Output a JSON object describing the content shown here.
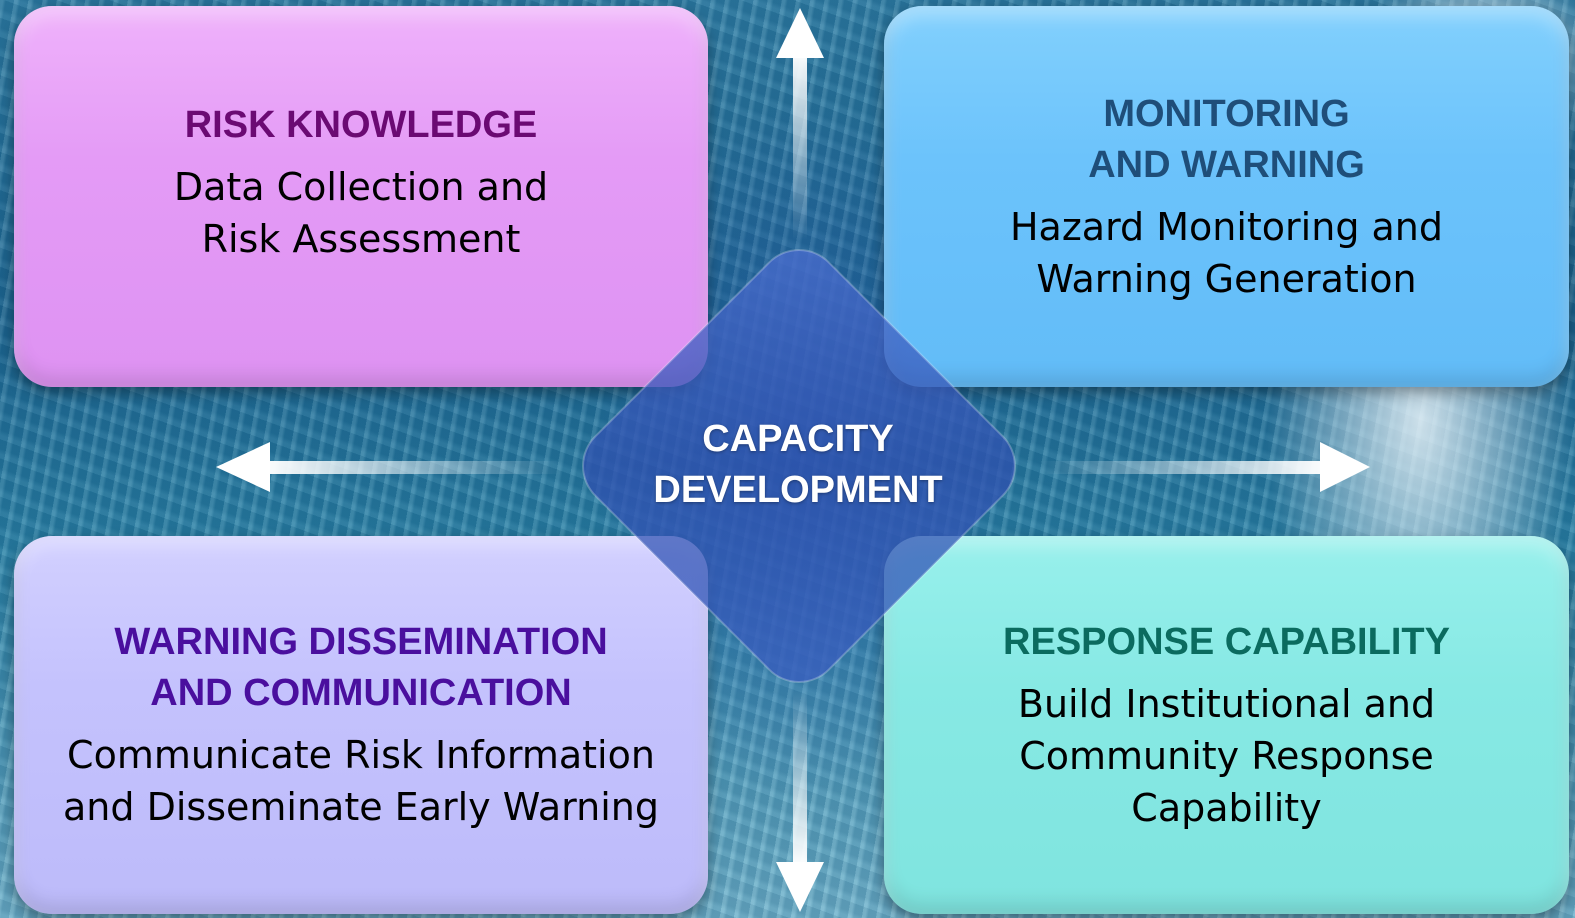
{
  "colors": {
    "risk_box": "#e49bf6",
    "risk_title": "#6b0a73",
    "monitor_box": "#6cc3fb",
    "monitor_title": "#1f4e79",
    "warning_box": "#c4c2fd",
    "warning_title": "#4a0f9e",
    "response_box": "#87e9e4",
    "response_title": "#0b6b5f",
    "center_diamond": "#3a58b8",
    "arrow": "#ffffff"
  },
  "center": {
    "title_lines": [
      "CAPACITY",
      "DEVELOPMENT"
    ]
  },
  "boxes": {
    "risk_knowledge": {
      "title_lines": [
        "RISK KNOWLEDGE"
      ],
      "body_lines": [
        "Data Collection and",
        "Risk Assessment"
      ]
    },
    "monitoring_warning": {
      "title_lines": [
        "MONITORING",
        "AND WARNING"
      ],
      "body_lines": [
        "Hazard Monitoring and",
        "Warning Generation"
      ]
    },
    "warning_dissemination": {
      "title_lines": [
        "WARNING DISSEMINATION",
        "AND COMMUNICATION"
      ],
      "body_lines": [
        "Communicate Risk Information",
        "and Disseminate Early Warning"
      ]
    },
    "response_capability": {
      "title_lines": [
        "RESPONSE CAPABILITY"
      ],
      "body_lines": [
        "Build Institutional and",
        "Community Response",
        "Capability"
      ]
    }
  },
  "icons": {
    "arrows": [
      "arrow-up-icon",
      "arrow-down-icon",
      "arrow-left-icon",
      "arrow-right-icon"
    ],
    "background": "ocean-wave-image"
  }
}
